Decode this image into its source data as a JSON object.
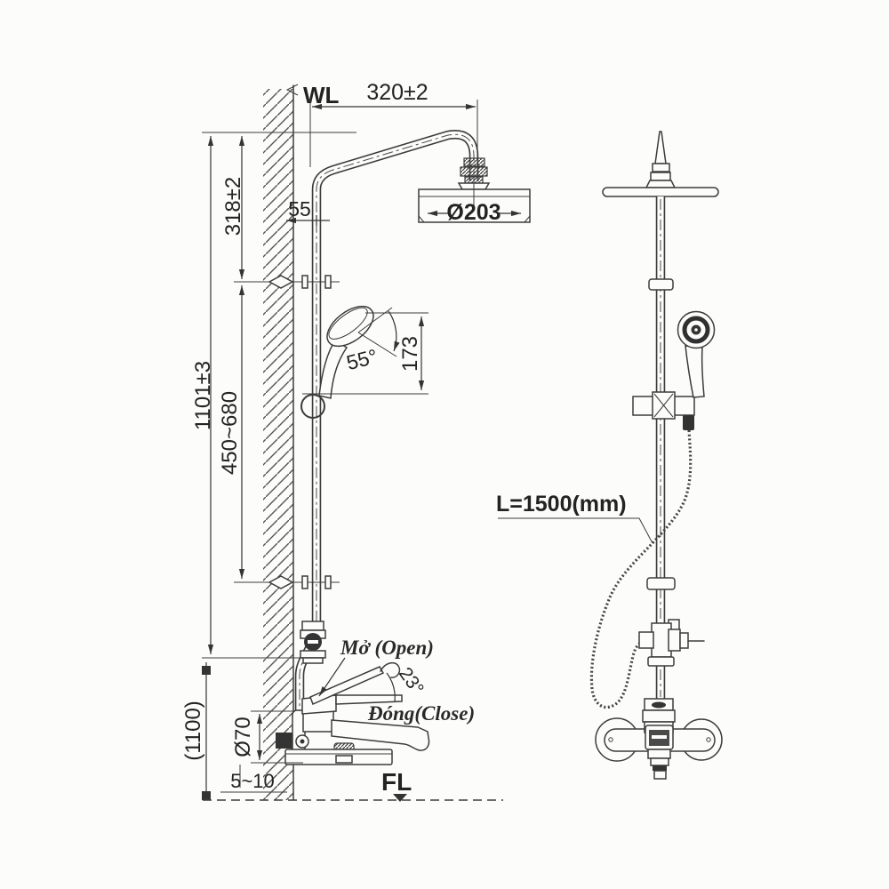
{
  "drawing": {
    "colors": {
      "ink": "#3c3c3c",
      "paper": "#fcfcfa"
    },
    "front_view": {
      "wall_label": "WL",
      "floor_label": "FL",
      "open_label": "Mở (Open)",
      "close_label": "Đóng(Close)",
      "dims": {
        "arm_reach": "320±2",
        "arm_drop": "318±2",
        "wall_offset": "55",
        "head_diameter": "Ø203",
        "riser_height": "1101±3",
        "slider_range": "450~680",
        "handshower_angle": "55°",
        "handshower_length": "173",
        "lever_angle": "23°",
        "escutcheon_diameter": "Ø70",
        "mixer_height": "(1100)",
        "floor_gap": "5~10"
      }
    },
    "side_view": {
      "hose_length_label": "L=1500(mm)"
    }
  }
}
